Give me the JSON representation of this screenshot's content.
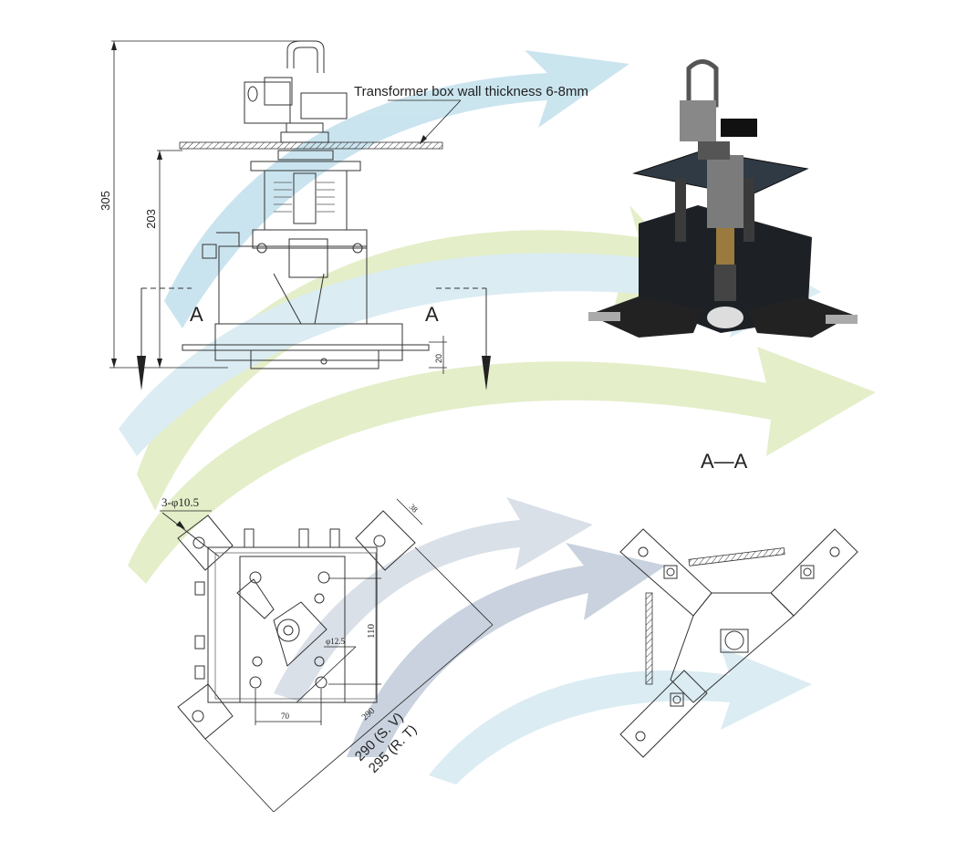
{
  "colors": {
    "watermark_blue": "#b9dcea",
    "watermark_green": "#dbe9b8",
    "watermark_grey": "#b8c3d3",
    "line": "#333333"
  },
  "front_view": {
    "wall_label": "Transformer box wall thickness 6-8mm",
    "dim_total_height": "305",
    "dim_below_wall": "203",
    "dim_terminal": "20",
    "section_left": "A",
    "section_right": "A"
  },
  "photo": {
    "description_label": ""
  },
  "section_label": "A—A",
  "top_view": {
    "holes": "3-φ10.5",
    "dim_tab_width": "38",
    "dim_hole_spacing_v": "110",
    "dim_center_hole": "φ12.5",
    "dim_diag_inner": "290",
    "dim_hole_spacing_h": "70",
    "dim_diag_sv": "290 (S. V)",
    "dim_diag_rt": "295 (R. T)"
  }
}
